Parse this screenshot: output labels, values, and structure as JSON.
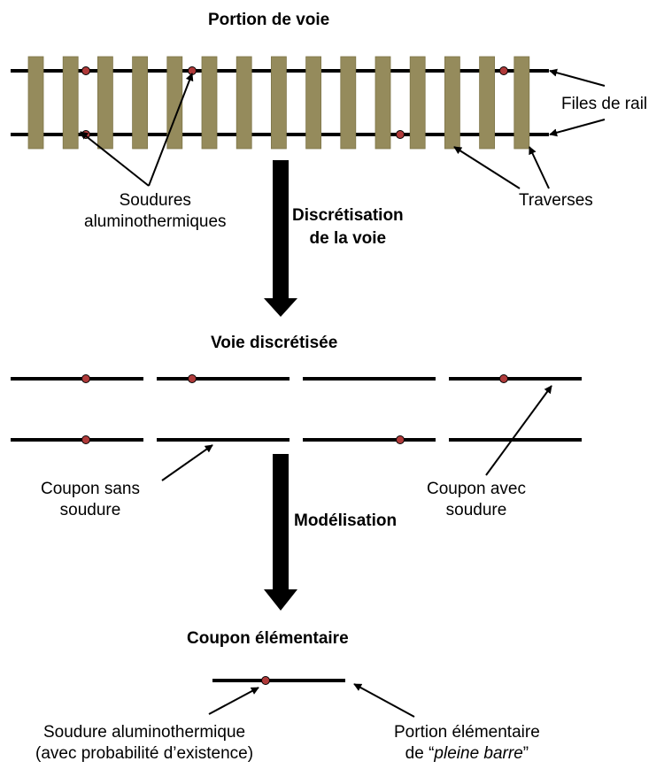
{
  "titles": {
    "track_portion": "Portion de voie",
    "discretised_track": "Voie discrétisée",
    "elementary_coupon": "Coupon élémentaire"
  },
  "steps": {
    "discretisation_line1": "Discrétisation",
    "discretisation_line2": "de la voie",
    "modelling": "Modélisation"
  },
  "labels": {
    "rails": "Files de rail",
    "welds_line1": "Soudures",
    "welds_line2": "aluminothermiques",
    "sleepers": "Traverses",
    "coupon_without_line1": "Coupon sans",
    "coupon_without_line2": "soudure",
    "coupon_with_line1": "Coupon avec",
    "coupon_with_line2": "soudure",
    "weld_line1": "Soudure aluminothermique",
    "weld_line2": "(avec probabilité d’existence)",
    "portion_line1": "Portion élémentaire",
    "portion_line2_prefix": "de “",
    "portion_line2_italic": "pleine barre",
    "portion_line2_suffix": "”"
  },
  "colors": {
    "rail": "#000000",
    "sleeper": "#958B5C",
    "sleeper_edge": "#7E7548",
    "weld": "#B03A3A",
    "background": "#FFFFFF"
  }
}
